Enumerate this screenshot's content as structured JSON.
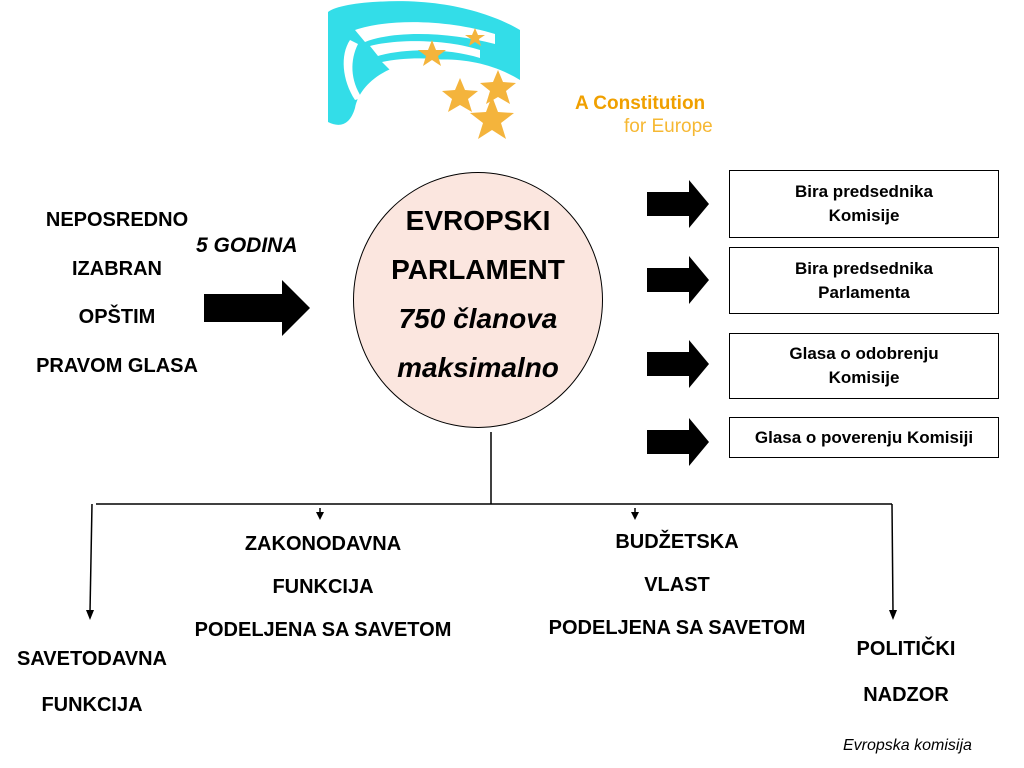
{
  "logo": {
    "line1": "A Constitution",
    "line2": "for Europe",
    "accent_color": "#f0a000",
    "line2_color": "#f6b833",
    "ring_color": "#33dde8",
    "star_color": "#f4b43c"
  },
  "election": {
    "lines": [
      "NEPOSREDNO",
      "IZABRAN",
      "OPŠTIM",
      "PRAVOM GLASA"
    ],
    "term": "5 GODINA"
  },
  "parliament": {
    "line1": "EVROPSKI",
    "line2": "PARLAMENT",
    "line3": "750 članova",
    "line4": "maksimalno",
    "fill_color": "#fbe6df"
  },
  "powers": [
    "Bira predsednika Komisije",
    "Bira predsednika Parlamenta",
    "Glasa o odobrenju Komisije",
    "Glasa o poverenju Komisiji"
  ],
  "functions": {
    "legislative": [
      "ZAKONODAVNA",
      "FUNKCIJA",
      "PODELJENA SA SAVETOM"
    ],
    "budgetary": [
      "BUDŽETSKA",
      "VLAST",
      "PODELJENA SA SAVETOM"
    ],
    "advisory": [
      "SAVETODAVNA",
      "FUNKCIJA"
    ],
    "political": [
      "POLITIČKI",
      "NADZOR"
    ]
  },
  "credit": "Evropska komisija"
}
